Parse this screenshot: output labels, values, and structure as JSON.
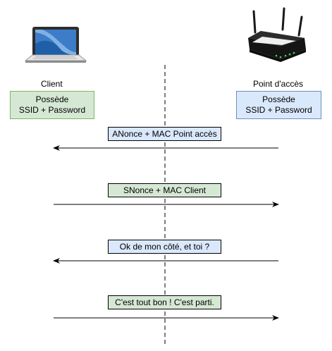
{
  "client": {
    "label": "Client",
    "box_line1": "Possède",
    "box_line2": "SSID + Password",
    "icon": "laptop-icon"
  },
  "access_point": {
    "label": "Point d'accès",
    "box_line1": "Possède",
    "box_line2": "SSID + Password",
    "icon": "router-icon"
  },
  "messages": [
    {
      "text": "ANonce + MAC Point accès",
      "direction": "to-client",
      "color": "blue"
    },
    {
      "text": "SNonce + MAC Client",
      "direction": "to-access-point",
      "color": "green"
    },
    {
      "text": "Ok de mon côté, et toi ?",
      "direction": "to-client",
      "color": "blue"
    },
    {
      "text": "C'est tout bon ! C'est parti.",
      "direction": "to-access-point",
      "color": "green"
    }
  ],
  "colors": {
    "green_fill": "#d5e8d4",
    "green_border": "#82b366",
    "blue_fill": "#dae8fc",
    "blue_border": "#6c8ebf"
  }
}
